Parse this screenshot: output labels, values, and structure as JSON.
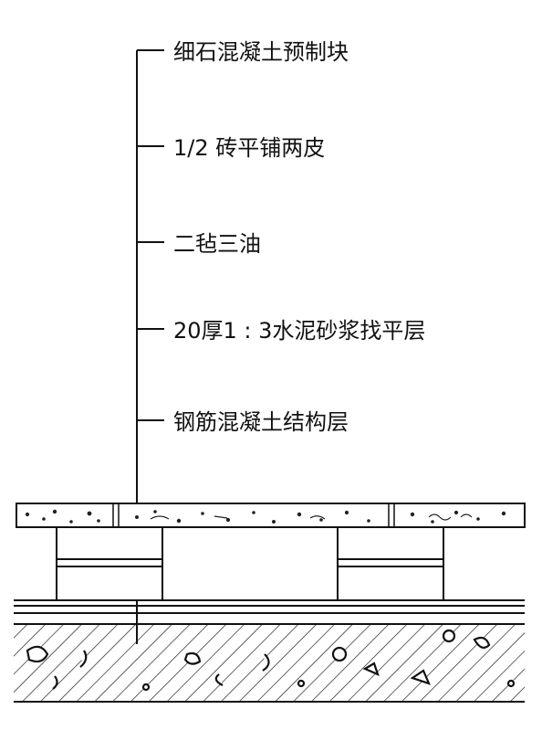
{
  "diagram": {
    "layers": [
      {
        "label": "细石混凝土预制块"
      },
      {
        "label": "1/2 砖平铺两皮"
      },
      {
        "label": "二毡三油"
      },
      {
        "label": "20厚1 : 3水泥砂浆找平层"
      },
      {
        "label": "钢筋混凝土结构层"
      }
    ],
    "colors": {
      "line": "#111111",
      "background": "#ffffff"
    }
  }
}
